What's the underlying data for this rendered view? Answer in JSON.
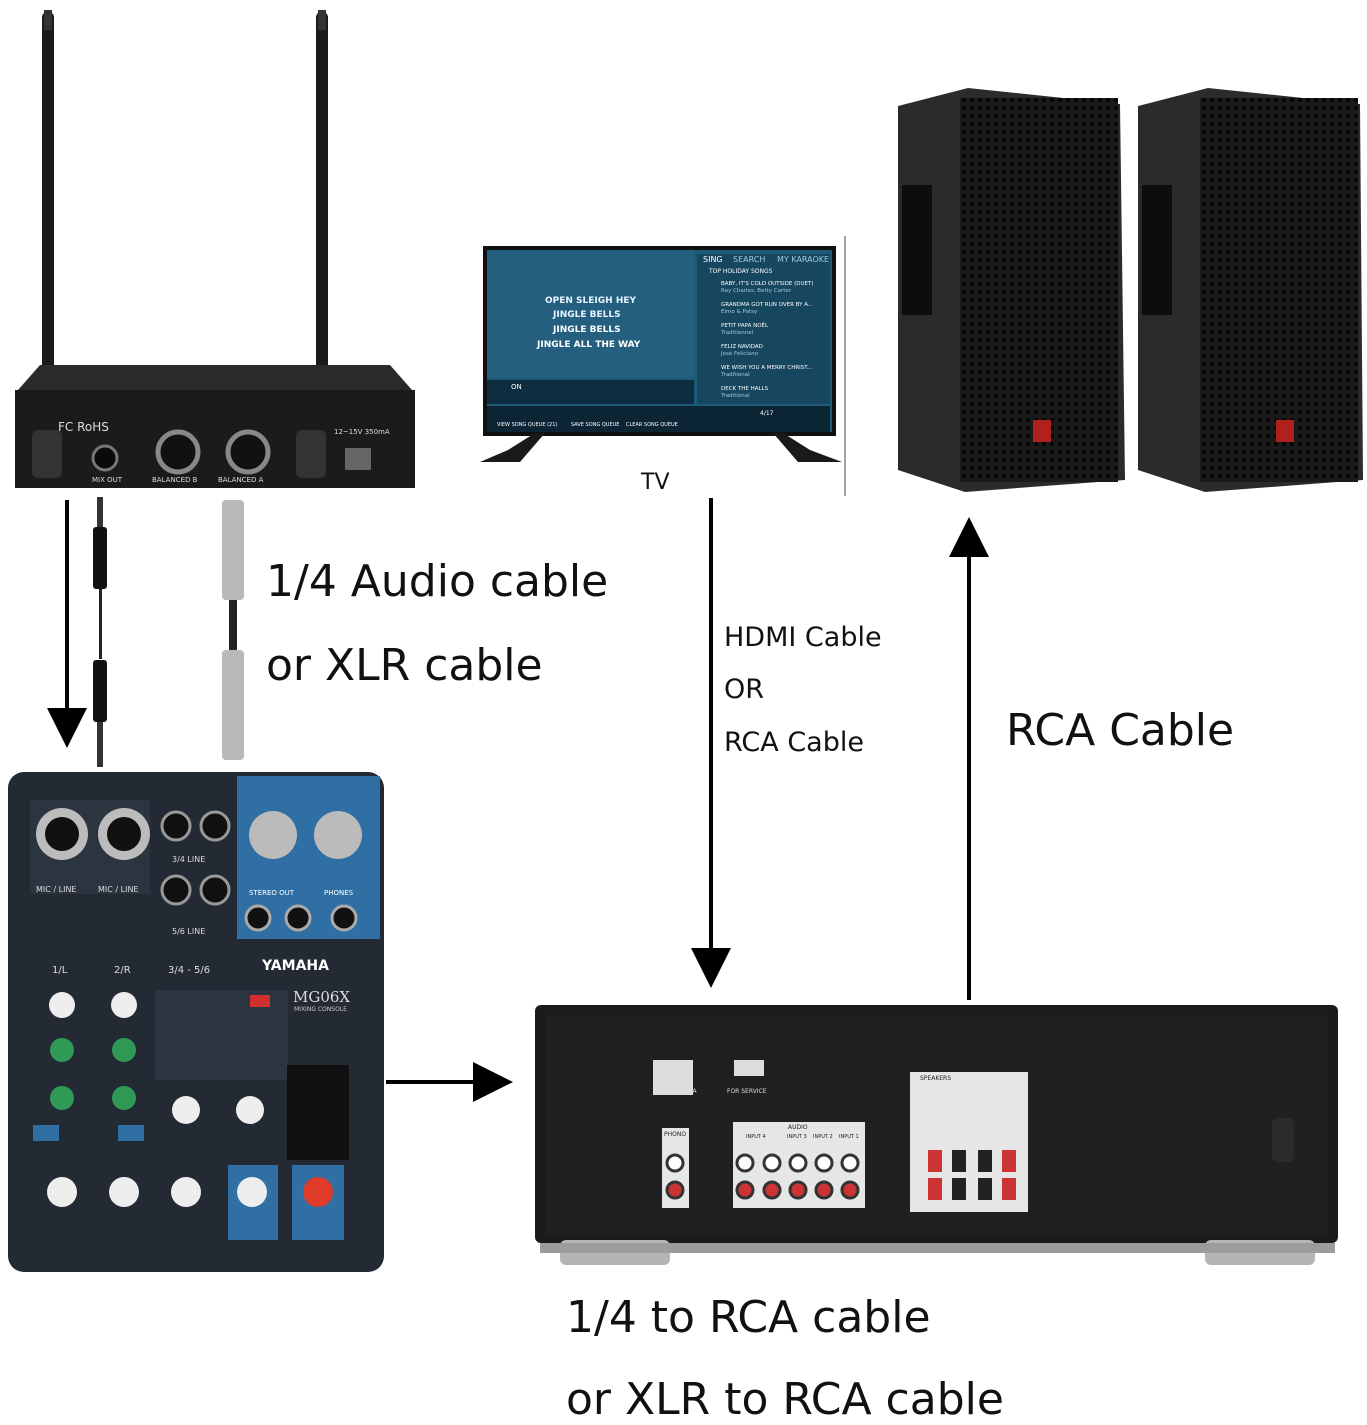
{
  "devices": {
    "receiver": {
      "brand_marks": "FC RoHS",
      "port_labels": [
        "MIX OUT",
        "BALANCED B",
        "BALANCED A"
      ],
      "power_label": "12~15V 350mA"
    },
    "tv": {
      "label": "TV",
      "screen": {
        "lyrics": [
          "OPEN SLEIGH HEY",
          "JINGLE BELLS",
          "JINGLE BELLS",
          "JINGLE ALL THE WAY"
        ],
        "menu_tabs": [
          "SING",
          "SEARCH",
          "MY KARAOKE"
        ],
        "list_title": "TOP HOLIDAY SONGS",
        "songs": [
          {
            "title": "BABY, IT'S COLD OUTSIDE (DUET)",
            "artist": "Ray Charles, Betty Carter"
          },
          {
            "title": "GRANDMA GOT RUN OVER BY A...",
            "artist": "Elmo & Patsy"
          },
          {
            "title": "PETIT PAPA NOËL",
            "artist": "Traditionnel"
          },
          {
            "title": "FELIZ NAVIDAD",
            "artist": "José Feliciano"
          },
          {
            "title": "WE WISH YOU A MERRY CHRIST...",
            "artist": "Traditional"
          },
          {
            "title": "DECK THE HALLS",
            "artist": "Traditional"
          }
        ],
        "page": "4/17",
        "lead_vocal": "ON",
        "bottom_buttons": [
          "VIEW SONG QUEUE (21)",
          "SAVE SONG QUEUE",
          "CLEAR SONG QUEUE"
        ]
      }
    },
    "mixer": {
      "brand": "YAMAHA",
      "model": "MG06X",
      "subtitle": "MIXING CONSOLE",
      "channels": [
        "1/L",
        "2/R",
        "3/4 - 5/6"
      ],
      "section_labels": [
        "MIC / LINE",
        "MIC / LINE",
        "3/4 LINE",
        "5/6 LINE",
        "STEREO OUT",
        "PHONES"
      ]
    },
    "amplifier": {
      "section_labels": [
        "FM ANTENNA",
        "FOR SERVICE",
        "PHONO",
        "AUDIO",
        "SPEAKERS"
      ],
      "inputs": [
        "INPUT 4",
        "INPUT 3",
        "INPUT 2",
        "INPUT 1"
      ]
    },
    "speakers": {
      "count": 2
    }
  },
  "labels": {
    "cable_mic_line1": "1/4 Audio cable",
    "cable_mic_line2": "or XLR cable",
    "cable_tv_line1": "HDMI Cable",
    "cable_tv_line2": "OR",
    "cable_tv_line3": "RCA Cable",
    "cable_speaker": "RCA Cable",
    "cable_amp_line1": "1/4 to RCA cable",
    "cable_amp_line2": "or XLR to RCA cable"
  },
  "colors": {
    "device_body": "#1b1b1b",
    "mixer_blue": "#2f6fa3",
    "tv_screen": "#1c5a78",
    "arrow": "#000000"
  }
}
